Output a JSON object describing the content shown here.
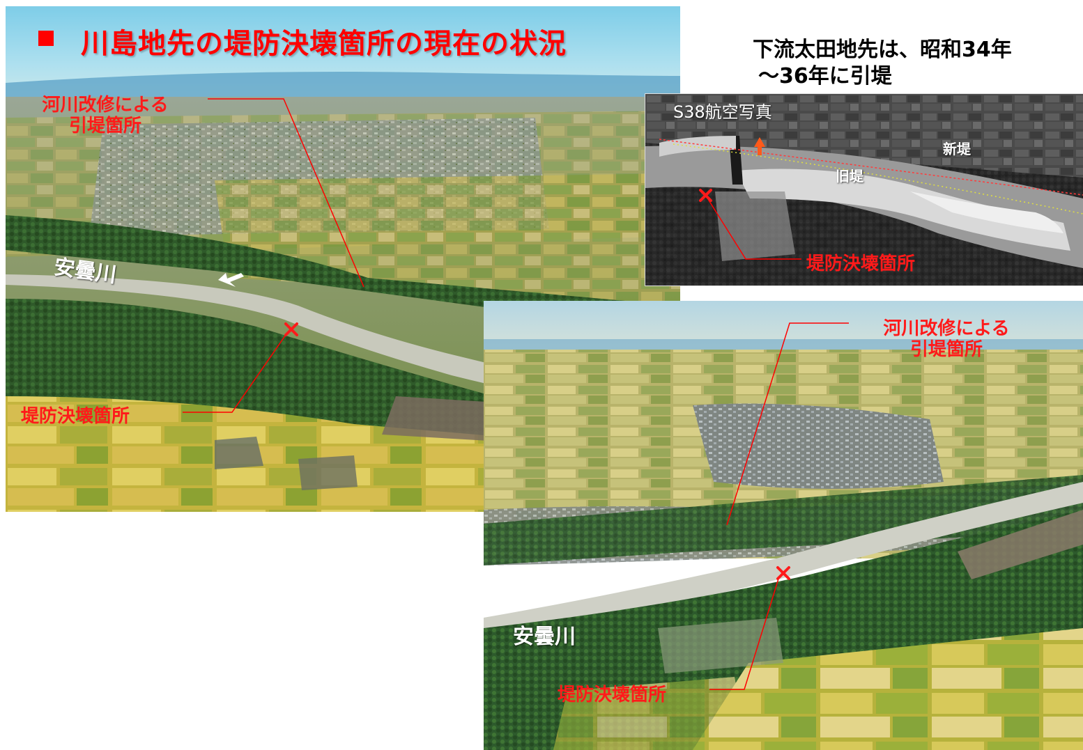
{
  "header": {
    "title": "川島地先の堤防決壊箇所の現在の状況"
  },
  "note": {
    "line1": "下流太田地先は、昭和34年",
    "line2": "～36年に引堤"
  },
  "photo_main": {
    "improvement_label_1": "河川改修による",
    "improvement_label_2": "引堤箇所",
    "river_label": "安曇川",
    "breach_label": "堤防決壊箇所"
  },
  "photo_aerial": {
    "caption": "S38航空写真",
    "new_levee_label": "新堤",
    "old_levee_label": "旧堤",
    "breach_label": "堤防決壊箇所"
  },
  "photo_lower": {
    "improvement_label_1": "河川改修による",
    "improvement_label_2": "引堤箇所",
    "river_label": "安曇川",
    "breach_label": "堤防決壊箇所"
  },
  "colors": {
    "accent_red": "#ff0000",
    "text_black": "#000000",
    "text_white": "#ffffff"
  }
}
